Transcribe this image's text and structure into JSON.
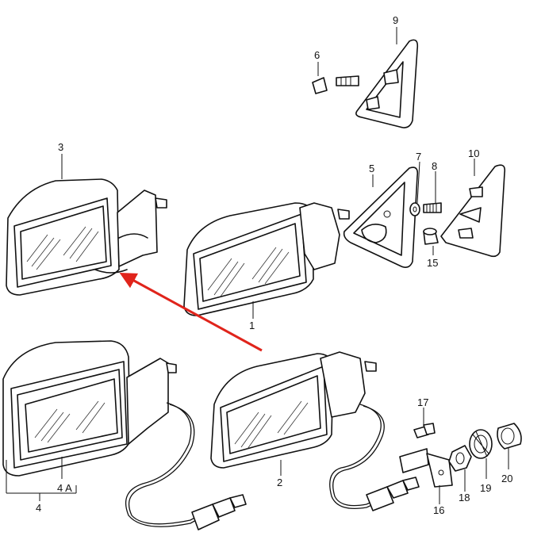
{
  "callouts": {
    "c1": "1",
    "c2": "2",
    "c3": "3",
    "c4": "4",
    "c4a": "4 A",
    "c5": "5",
    "c6": "6",
    "c7": "7",
    "c8": "8",
    "c9": "9",
    "c10": "10",
    "c15": "15",
    "c16": "16",
    "c17": "17",
    "c18": "18",
    "c19": "19",
    "c20": "20"
  },
  "colors": {
    "arrow": "#e0241b",
    "line": "#111111"
  }
}
